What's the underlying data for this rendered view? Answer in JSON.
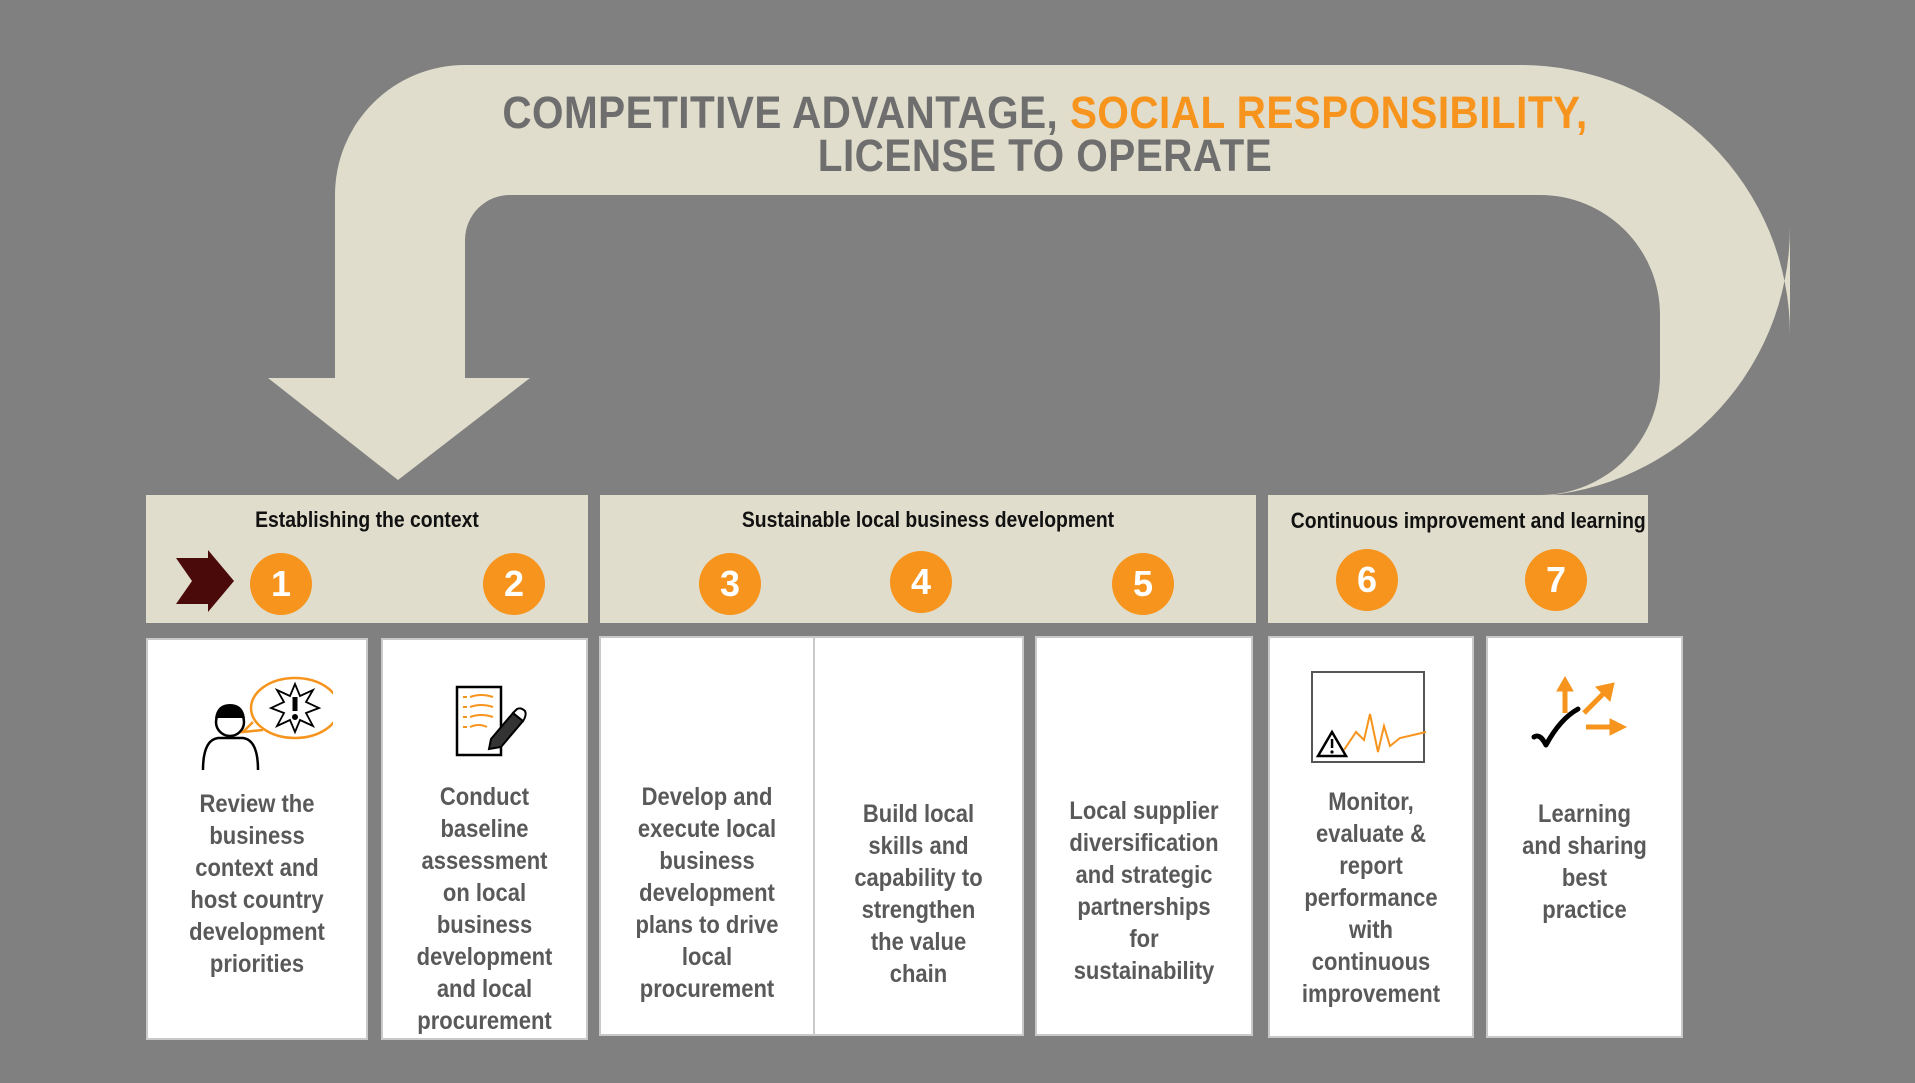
{
  "banner": {
    "line1_part1": "COMPETITIVE ADVANTAGE, ",
    "line1_part2": "SOCIAL RESPONSIBILITY,",
    "line2": "LICENSE TO OPERATE"
  },
  "phases": [
    {
      "title": "Establishing the context"
    },
    {
      "title": "Sustainable local business development"
    },
    {
      "title": "Continuous improvement and learning"
    }
  ],
  "steps": [
    {
      "number": "1",
      "icon": "person-alert-icon",
      "text": "Review the\nbusiness\ncontext and\nhost country\ndevelopment\npriorities"
    },
    {
      "number": "2",
      "icon": "checklist-pen-icon",
      "text": "Conduct\nbaseline\nassessment\non local\nbusiness\ndevelopment\nand local\nprocurement"
    },
    {
      "number": "3",
      "icon": "",
      "text": "Develop and\nexecute local\nbusiness\ndevelopment\nplans to drive\nlocal\nprocurement"
    },
    {
      "number": "4",
      "icon": "",
      "text": "Build local\nskills and\ncapability to\nstrengthen\nthe value\nchain"
    },
    {
      "number": "5",
      "icon": "",
      "text": "Local supplier\ndiversification\nand strategic\npartnerships\nfor\nsustainability"
    },
    {
      "number": "6",
      "icon": "monitor-chart-warning-icon",
      "text": "Monitor,\nevaluate &\nreport\nperformance\nwith\ncontinuous\nimprovement"
    },
    {
      "number": "7",
      "icon": "check-arrows-icon",
      "text": "Learning\nand sharing\nbest\npractice"
    }
  ],
  "colors": {
    "background": "#808080",
    "flow_arrow": "#e1ddcc",
    "accent": "#f7941d",
    "card_text": "#595959",
    "start_arrow": "#4a0a0a"
  }
}
